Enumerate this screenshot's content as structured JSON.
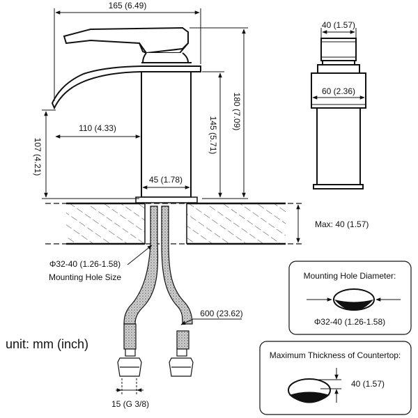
{
  "unit_label": "unit: mm (inch)",
  "dimensions": {
    "overall_width": "165 (6.49)",
    "overall_height": "180 (7.09)",
    "body_height": "145 (5.71)",
    "spout_height": "107 (4.21)",
    "spout_reach": "110 (4.33)",
    "base_diameter": "45 (1.78)",
    "handle_width": "40 (1.57)",
    "side_width": "60 (2.36)",
    "max_countertop": "Max: 40 (1.57)",
    "hole_size_value": "Φ32-40 (1.26-1.58)",
    "hole_size_label": "Mounting Hole Size",
    "hose_length": "600 (23.62)",
    "connector": "15 (G 3/8)"
  },
  "inset_hole": {
    "title": "Mounting Hole Diameter:",
    "value": "Φ32-40 (1.26-1.58)"
  },
  "inset_thickness": {
    "title": "Maximum Thickness of Countertop:",
    "value": "40 (1.57)"
  }
}
